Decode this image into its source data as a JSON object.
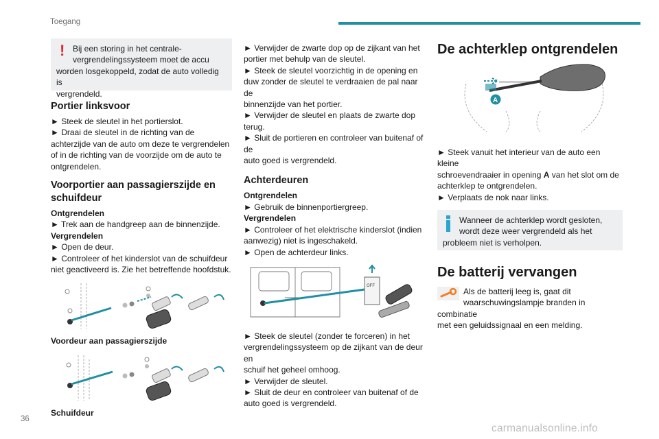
{
  "header": {
    "section": "Toegang"
  },
  "page_number": "36",
  "watermark": "carmanualsonline.info",
  "col1": {
    "warning": {
      "icon": "warning-exclamation-icon",
      "line1": "Bij een storing in het centrale-",
      "line2": "vergrendelingssysteem moet de accu",
      "line3": "worden losgekoppeld, zodat de auto volledig is",
      "line4": "vergrendeld."
    },
    "portier_links": {
      "title": "Portier linksvoor",
      "s1": "► Steek de sleutel in het portierslot.",
      "s2a": "► Draai de sleutel in de richting van de",
      "s2b": "achterzijde van de auto om deze te vergrendelen",
      "s2c": "of in de richting van de voorzijde om de auto te",
      "s2d": "ontgrendelen."
    },
    "voorportier": {
      "title1": "Voorportier aan passagierszijde en",
      "title2": "schuifdeur",
      "sub1": "Ontgrendelen",
      "s1": "► Trek aan de handgreep aan de binnenzijde.",
      "sub2": "Vergrendelen",
      "s2": "► Open de deur.",
      "s3a": "► Controleer of het kinderslot van de schuifdeur",
      "s3b": "niet geactiveerd is. Zie het betreffende hoofdstuk."
    },
    "caption1": "Voordeur aan passagierszijde",
    "caption2": "Schuifdeur"
  },
  "col2": {
    "top": {
      "s1a": "► Verwijder de zwarte dop op de zijkant van het",
      "s1b": "portier met behulp van de sleutel.",
      "s2a": "► Steek de sleutel voorzichtig in de opening en",
      "s2b": "duw zonder de sleutel te verdraaien de pal naar de",
      "s2c": "binnenzijde van het portier.",
      "s3a": "► Verwijder de sleutel en plaats de zwarte dop",
      "s3b": "terug.",
      "s4a": "► Sluit de portieren en controleer van buitenaf of de",
      "s4b": "auto goed is vergrendeld."
    },
    "achterdeuren": {
      "title": "Achterdeuren",
      "sub1": "Ontgrendelen",
      "s1": "► Gebruik de binnenportiergreep.",
      "sub2": "Vergrendelen",
      "s2a": "► Controleer of het elektrische kinderslot (indien",
      "s2b": "aanwezig) niet is ingeschakeld.",
      "s3": "► Open de achterdeur links."
    },
    "off_label": "OFF",
    "bottom": {
      "s1a": "► Steek de sleutel (zonder te forceren) in het",
      "s1b": "vergrendelingssysteem op de zijkant van de deur en",
      "s1c": "schuif het geheel omhoog.",
      "s2": "► Verwijder de sleutel.",
      "s3a": "► Sluit de deur en controleer van buitenaf of de",
      "s3b": "auto goed is vergrendeld."
    }
  },
  "col3": {
    "achterklep": {
      "title": "De achterklep ontgrendelen",
      "marker": "A",
      "s1a": "► Steek vanuit het interieur van de auto een kleine",
      "s1b_pre": "schroevendraaier in opening ",
      "s1b_bold": "A",
      "s1b_post": " van het slot om de",
      "s1c": "achterklep te ontgrendelen.",
      "s2": "► Verplaats de nok naar links."
    },
    "info": {
      "icon": "info-icon",
      "line1": "Wanneer de achterklep wordt gesloten,",
      "line2": "wordt deze weer vergrendeld als het",
      "line3": "probleem niet is verholpen."
    },
    "batterij": {
      "title": "De batterij vervangen",
      "icon": "wrench-warning-lamp-icon",
      "l1": "Als de batterij leeg is, gaat dit",
      "l2": "waarschuwingslampje branden in combinatie",
      "l3": "met een geluidssignaal en een melding."
    }
  },
  "colors": {
    "accent": "#1f8fa1",
    "warning": "#e5262f",
    "info": "#28a6d3",
    "wrench": "#f07e26",
    "notebox": "#eeeff0"
  }
}
